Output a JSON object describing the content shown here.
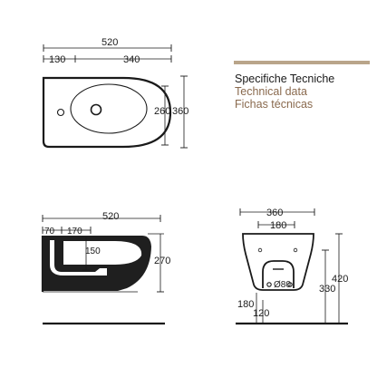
{
  "colors": {
    "ink": "#1a1a1a",
    "accent_bar": "#b9a58a",
    "subtitle": "#8a6a4e"
  },
  "legend": {
    "title_it": "Specifiche Tecniche",
    "title_en": "Technical data",
    "title_es": "Fichas técnicas"
  },
  "top_view": {
    "overall_length": "520",
    "rear_segment": "130",
    "front_segment": "340",
    "bowl_width": "260",
    "overall_width": "360"
  },
  "side_view": {
    "overall_length": "520",
    "seg_a": "70",
    "seg_b": "170",
    "depth": "150",
    "height": "270"
  },
  "front_view": {
    "overall_width": "360",
    "fixing_centers": "180",
    "total_height": "420",
    "fixing_height": "330",
    "floor_to_outlet": "180",
    "outlet_height": "120",
    "outlet_diameter": "Ø80"
  }
}
